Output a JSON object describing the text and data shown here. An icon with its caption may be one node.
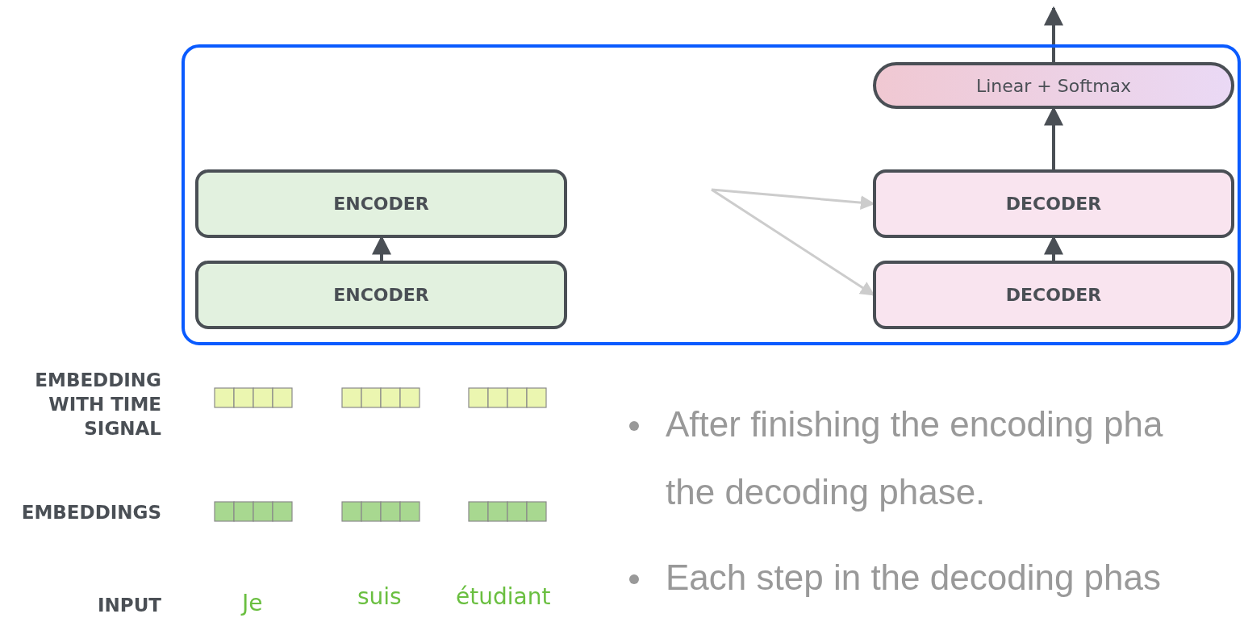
{
  "diagram": {
    "nodes": [
      {
        "text": [],
        "shape": "box"
      },
      {
        "text": [
          "ENCODER"
        ],
        "in": 0
      },
      {
        "text": [
          "ENCODER"
        ],
        "in": 0
      },
      {
        "text": [
          "Linear + Softmax"
        ],
        "in": 0
      },
      {
        "text": [
          "DECODER"
        ],
        "in": 0
      },
      {
        "text": [
          "DECODER"
        ],
        "in": 0
      }
    ],
    "edges": [
      {
        "from": 2,
        "to": 1,
        "arrow": "to"
      },
      {
        "from": 5,
        "to": 4,
        "arrow": "to"
      },
      {
        "from": 4,
        "to": 3,
        "arrow": "to"
      },
      {
        "from": 3,
        "to": null,
        "arrow": "to"
      },
      {
        "from": null,
        "to": 4,
        "arrow": "to",
        "color": "#cccccc"
      },
      {
        "from": null,
        "to": 5,
        "arrow": "to",
        "color": "#cccccc"
      }
    ],
    "labels": [
      "EMBEDDING WITH TIME SIGNAL",
      "After finishing the encoding pha",
      "the decoding phase.",
      "EMBEDDINGS",
      "Each step in the decoding phas",
      "INPUT",
      "Je",
      "suis",
      "étudiant"
    ]
  }
}
